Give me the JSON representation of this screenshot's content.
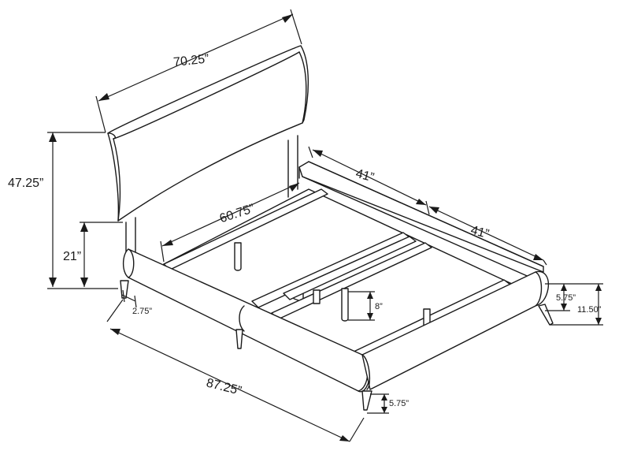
{
  "dimensions": {
    "headboard_width": "70.25”",
    "overall_height": "47.25”",
    "side_rail_height": "21”",
    "interior_width": "60.75”",
    "half_length_upper": "41”",
    "half_length_lower": "41”",
    "leg_offset": "2.75”",
    "overall_length": "87.25”",
    "slat_support_height": "8”",
    "rail_thickness": "5.75”",
    "rail_top_height": "11.50”",
    "leg_height": "5.75”"
  }
}
